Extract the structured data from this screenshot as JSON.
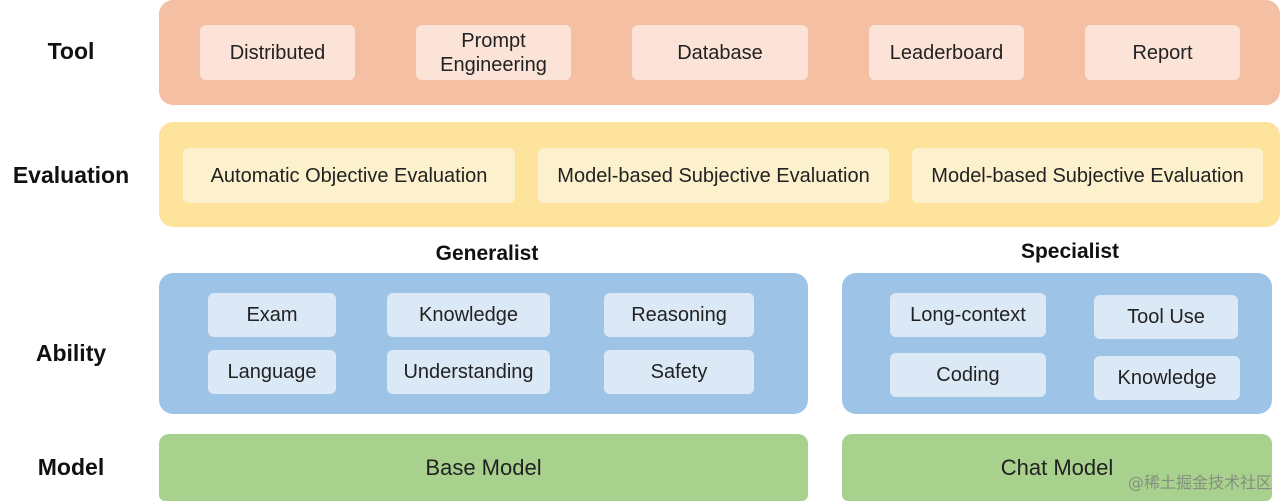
{
  "rows": {
    "tool": "Tool",
    "evaluation": "Evaluation",
    "ability": "Ability",
    "model": "Model"
  },
  "tool": {
    "items": [
      "Distributed",
      "Prompt\nEngineering",
      "Database",
      "Leaderboard",
      "Report"
    ]
  },
  "evaluation": {
    "items": [
      "Automatic Objective Evaluation",
      "Model-based Subjective Evaluation",
      "Model-based Subjective Evaluation"
    ]
  },
  "generalist": {
    "title": "Generalist",
    "items": [
      "Exam",
      "Knowledge",
      "Reasoning",
      "Language",
      "Understanding",
      "Safety"
    ]
  },
  "specialist": {
    "title": "Specialist",
    "items": [
      "Long-context",
      "Tool Use",
      "Coding",
      "Knowledge"
    ]
  },
  "models": {
    "base": "Base Model",
    "chat": "Chat Model"
  },
  "watermark": "@稀土掘金技术社区",
  "colors": {
    "tool_band": "#f5bfa4",
    "eval_band": "#fde39b",
    "ability_band": "#9dc3e6",
    "model_band": "#a9d18e"
  }
}
